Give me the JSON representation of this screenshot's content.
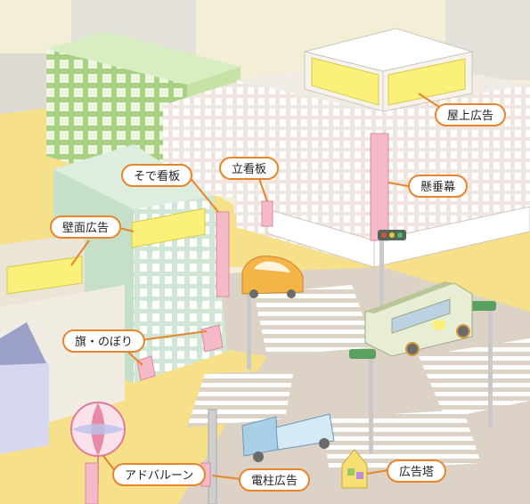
{
  "labels": {
    "rooftop": "屋上広告",
    "hanging_banner": "懸垂幕",
    "projecting_sign": "そで看板",
    "standing_sign": "立看板",
    "wall_ad": "壁面広告",
    "flags": "旗・のぼり",
    "balloon": "アドバルーン",
    "pole_ad": "電柱広告",
    "ad_tower": "広告塔"
  },
  "colors": {
    "callout_border": "#e8842a",
    "sign_yellow": "#fbf17a",
    "sign_pink": "#f5b9c8",
    "road": "#dcd2c6",
    "sidewalk": "#f7e08a",
    "background": "#f3eed6"
  }
}
